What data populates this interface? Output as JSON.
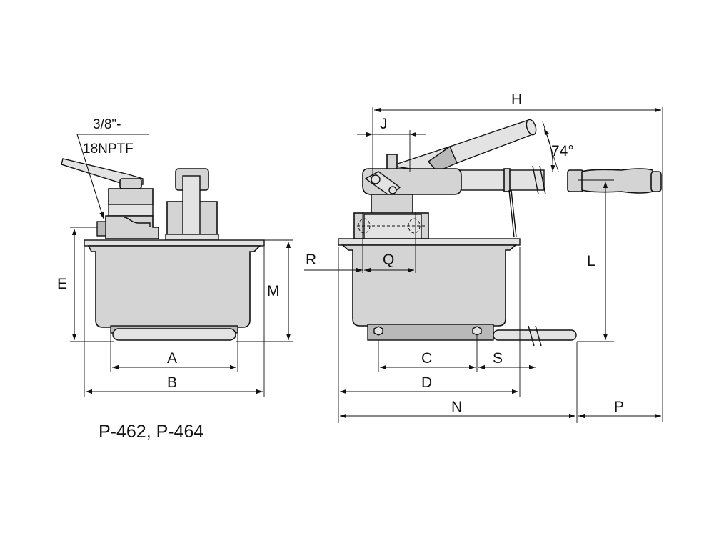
{
  "model_label": "P-462, P-464",
  "port_label": {
    "line1": "3/8\"-",
    "line2": "18NPTF"
  },
  "angle_label": "74°",
  "dimensions": {
    "A": "A",
    "B": "B",
    "C": "C",
    "D": "D",
    "E": "E",
    "H": "H",
    "J": "J",
    "L": "L",
    "M": "M",
    "N": "N",
    "P": "P",
    "Q": "Q",
    "R": "R",
    "S": "S"
  }
}
